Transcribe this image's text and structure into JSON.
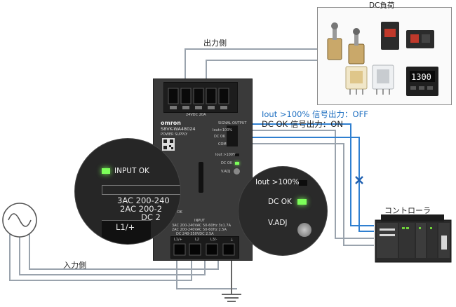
{
  "labels": {
    "dc_load": "DC負荷",
    "output_side": "出力側",
    "input_side": "入力側",
    "controller": "コントローラ",
    "signal_off": "Iout >100% 信号出力：OFF",
    "signal_on": "DC OK 信号出力：ON"
  },
  "device": {
    "brand": "omron",
    "model": "S8VK-WA48024",
    "type": "POWER SUPPLY",
    "signal_output": "SIGNAL OUTPUT",
    "iout_label": "Iout>100%",
    "dc_ok": "DC OK",
    "com": "COM",
    "iout_small": "Iout >100%",
    "dc_ok_small": "DC OK",
    "v_adj_small": "V.ADJ",
    "input_ok_small": "INPUT OK",
    "output_rating": "24VDC 20A",
    "input_header": "INPUT",
    "input_spec_1": "3AC 200-240VAC 50-60Hz 3x1.7A",
    "input_spec_2": "2AC 200-240VAC 50-60Hz 2.5A",
    "input_spec_3": "DC 240-350VDC 2.5A",
    "terminal_labels": [
      "L1/+",
      "L2",
      "L3/-",
      "⏚"
    ]
  },
  "zoom_left": {
    "input_ok": "INPUT OK",
    "spec_1": "3AC 200-240",
    "spec_2": "2AC 200-2",
    "spec_3": "DC 2",
    "terminal": "L1/+"
  },
  "zoom_right": {
    "iout": "Iout >100%",
    "dc_ok": "DC OK",
    "v_adj": "V.ADJ"
  },
  "colors": {
    "wire": "#9aa3ad",
    "signal_line": "#2f7fd0",
    "signal_text": "#1e6fc1",
    "led_green": "#7dff5a",
    "device_body": "#3a3a3a"
  }
}
